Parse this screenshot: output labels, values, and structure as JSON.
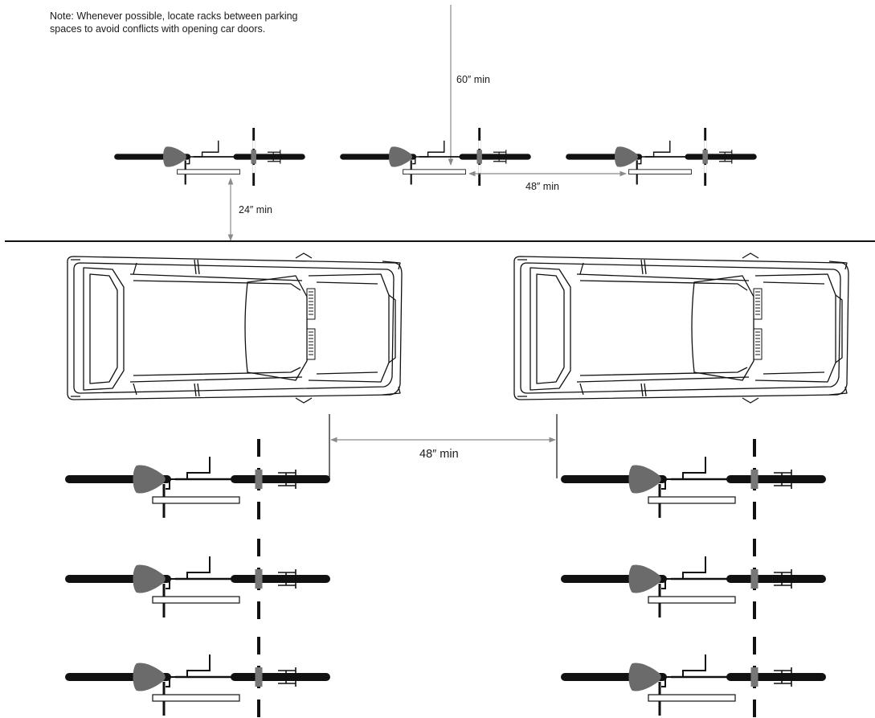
{
  "note": {
    "line1": "Note: Whenever possible, locate racks between parking",
    "line2": "spaces to avoid conflicts with opening car doors."
  },
  "dimensions": {
    "aisle_clearance": "60″ min",
    "curb_clearance": "24″ min",
    "rack_spacing_top": "48″ min",
    "rack_spacing_between_cars": "48″ min"
  },
  "colors": {
    "ink": "#111111",
    "saddle": "#6b6b6b",
    "wheel_stripe": "#777777",
    "dimension_line": "#8a8a8a"
  }
}
